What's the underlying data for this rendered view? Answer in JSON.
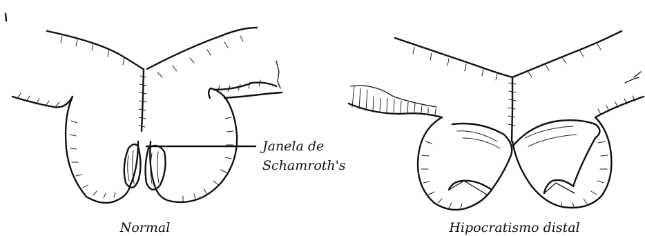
{
  "labels": {
    "normal": "Normal",
    "clubbing": "Hipocratismo distal",
    "window_line1": "Janela de",
    "window_line2": "Schamroth's"
  }
}
